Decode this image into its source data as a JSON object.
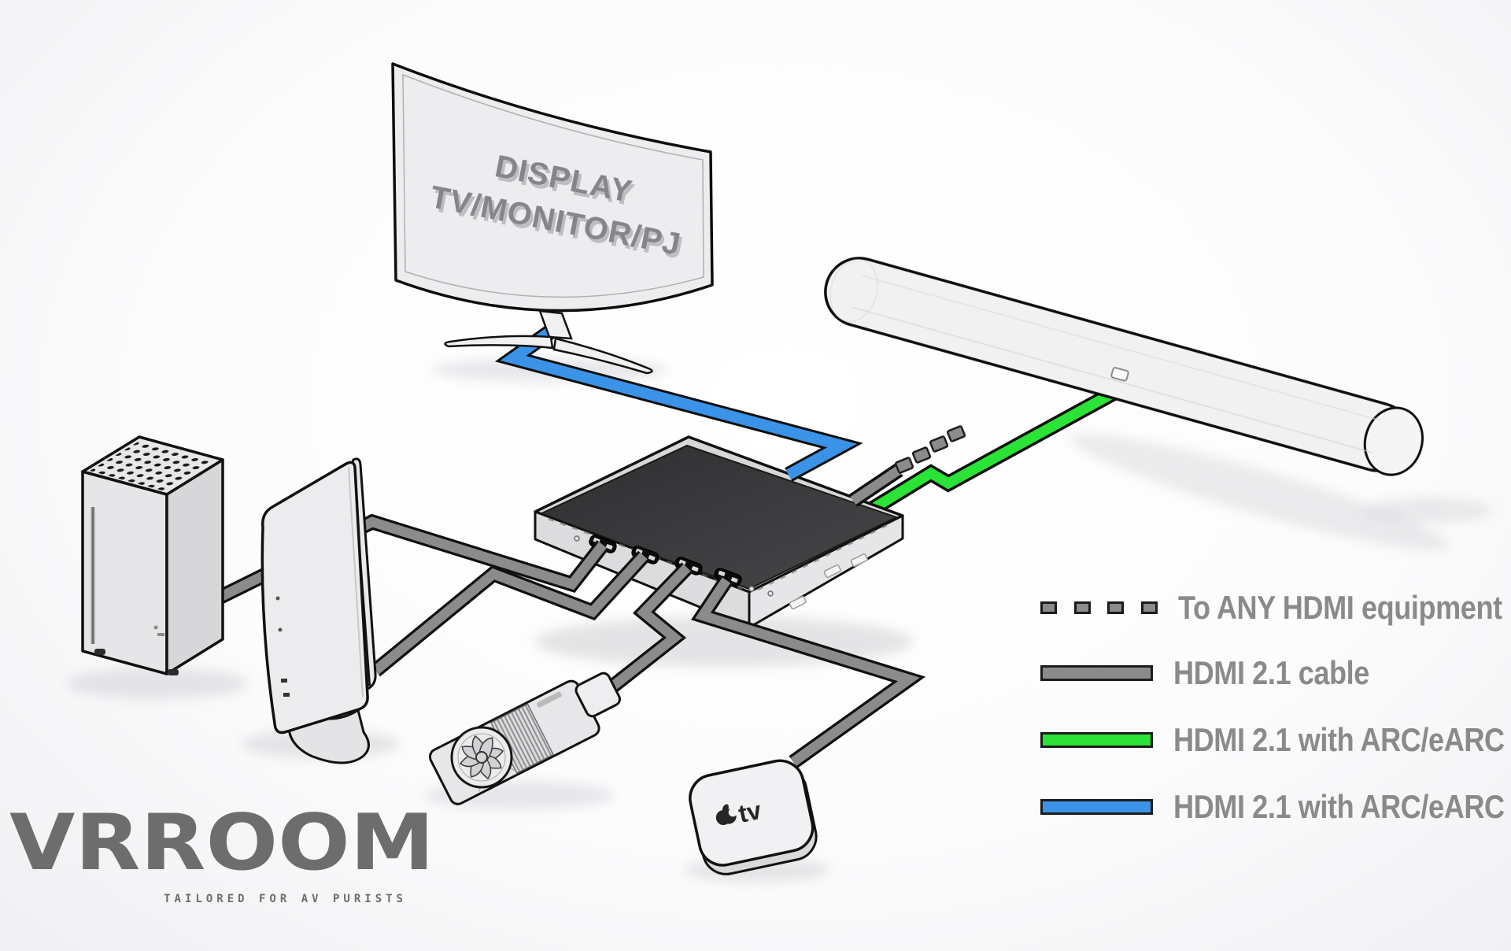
{
  "display": {
    "line1": "DISPLAY",
    "line2": "TV/MONITOR/PJ"
  },
  "apple_tv": {
    "label": "tv"
  },
  "legend": {
    "text_color": "#8a8a8a",
    "items": [
      {
        "label": "To ANY HDMI equipment",
        "swatch": "dashed",
        "color": "#8b8b8b"
      },
      {
        "label": "HDMI 2.1 cable",
        "swatch": "solid",
        "color": "#8b8b8b"
      },
      {
        "label": "HDMI 2.1 with ARC/eARC",
        "swatch": "solid",
        "color": "#2be237"
      },
      {
        "label": "HDMI 2.1 with ARC/eARC",
        "swatch": "solid",
        "color": "#3b93e8"
      }
    ]
  },
  "branding": {
    "logo": "VRROOM",
    "tagline": "TAILORED FOR AV PURISTS",
    "color": "#6d6d6d"
  },
  "colors": {
    "cable_gray": "#8b8b8b",
    "cable_green": "#2be237",
    "cable_blue": "#3b93e8",
    "outline": "#111111",
    "switch_top": "#39393b",
    "device_body": "#ebebed"
  }
}
